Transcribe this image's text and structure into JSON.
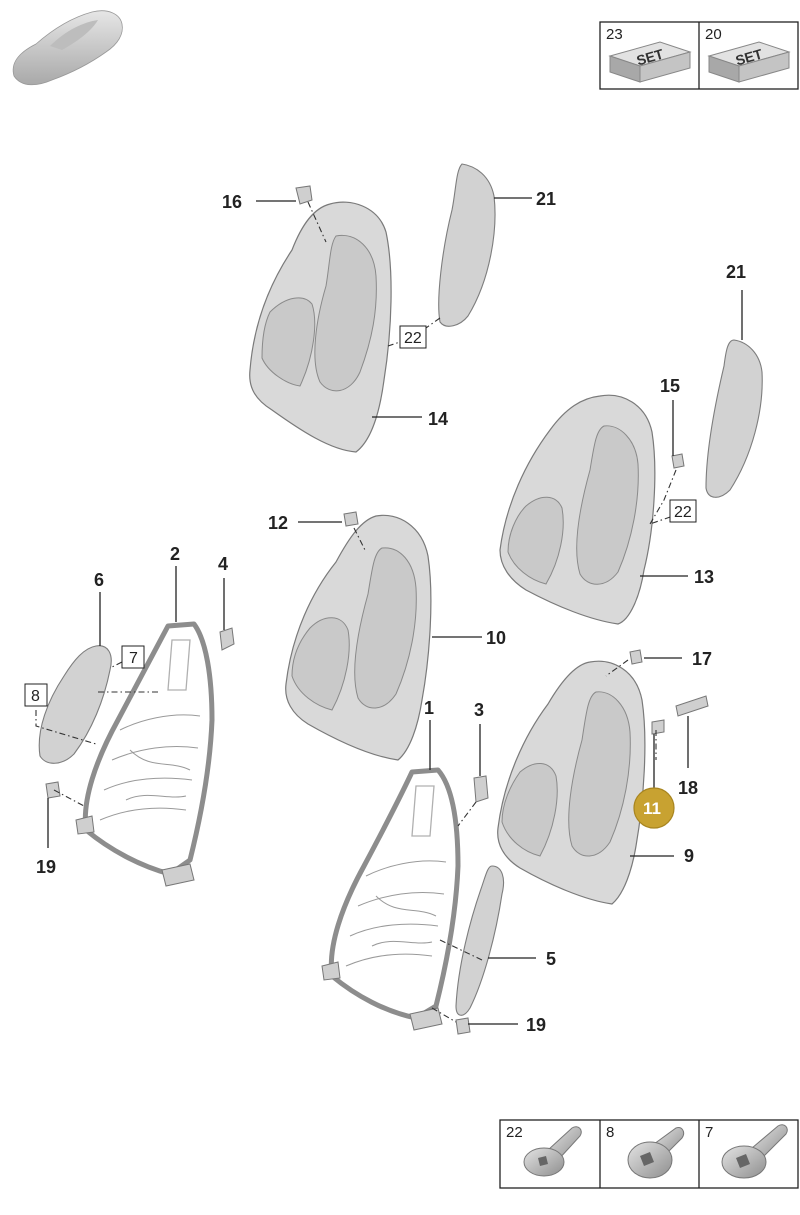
{
  "callouts": {
    "c1": "1",
    "c2": "2",
    "c3": "3",
    "c4": "4",
    "c5": "5",
    "c6": "6",
    "c9": "9",
    "c10": "10",
    "c12": "12",
    "c13": "13",
    "c14": "14",
    "c15": "15",
    "c16": "16",
    "c17": "17",
    "c18": "18",
    "c19a": "19",
    "c19b": "19",
    "c21a": "21",
    "c21b": "21"
  },
  "boxed_refs": {
    "b7": "7",
    "b8": "8",
    "b22a": "22",
    "b22b": "22"
  },
  "highlighted_part": "11",
  "highlight_color": "#c8a231",
  "top_legend": [
    {
      "number": "23",
      "text": "SET",
      "icon": "set-box-icon"
    },
    {
      "number": "20",
      "text": "SET",
      "icon": "set-box-icon"
    }
  ],
  "bottom_legend": [
    {
      "number": "22",
      "icon": "torx-flange-screw-icon"
    },
    {
      "number": "8",
      "icon": "round-head-screw-icon"
    },
    {
      "number": "7",
      "icon": "torx-pan-screw-icon"
    }
  ],
  "vehicle_icon": "car-silhouette-icon"
}
